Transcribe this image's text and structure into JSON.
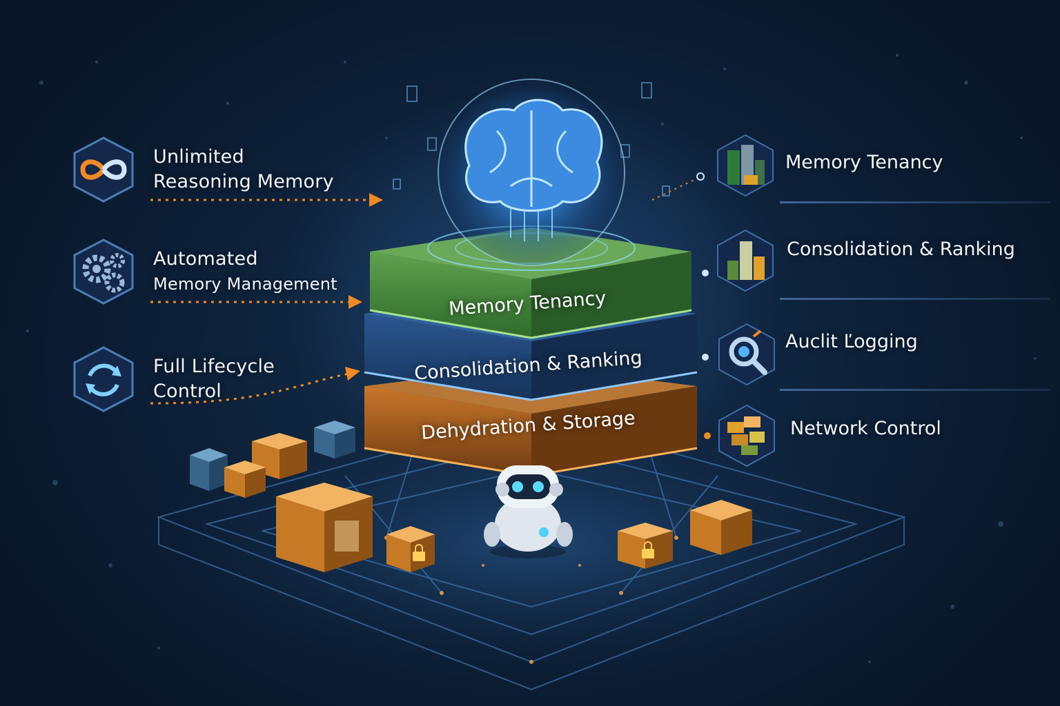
{
  "left_features": [
    {
      "line1": "Unlimited",
      "line2": "Reasoning Memory",
      "icon": "infinity-icon"
    },
    {
      "line1": "Automated",
      "line2": "Memory Management",
      "icon": "gears-icon"
    },
    {
      "line1": "Full Lifecycle",
      "line2": "Control",
      "icon": "cycle-icon"
    }
  ],
  "right_features": [
    {
      "label": "Memory Tenancy",
      "icon": "server-stack-icon"
    },
    {
      "label": "Consolidation & Ranking",
      "icon": "ranking-blocks-icon"
    },
    {
      "label": "Auclit Ľogging",
      "icon": "magnifier-icon"
    },
    {
      "label": "Network Control",
      "icon": "network-blocks-icon"
    }
  ],
  "stack_layers": [
    {
      "label": "Memory Tenancy",
      "color": "#3f7a3a"
    },
    {
      "label": "Consolidation & Ranking",
      "color": "#1f4270"
    },
    {
      "label": "Dehydration & Storage",
      "color": "#9a5a1c"
    }
  ],
  "colors": {
    "accent_orange": "#f08a24",
    "accent_blue": "#4fb3ff",
    "background": "#0b1a2e"
  }
}
